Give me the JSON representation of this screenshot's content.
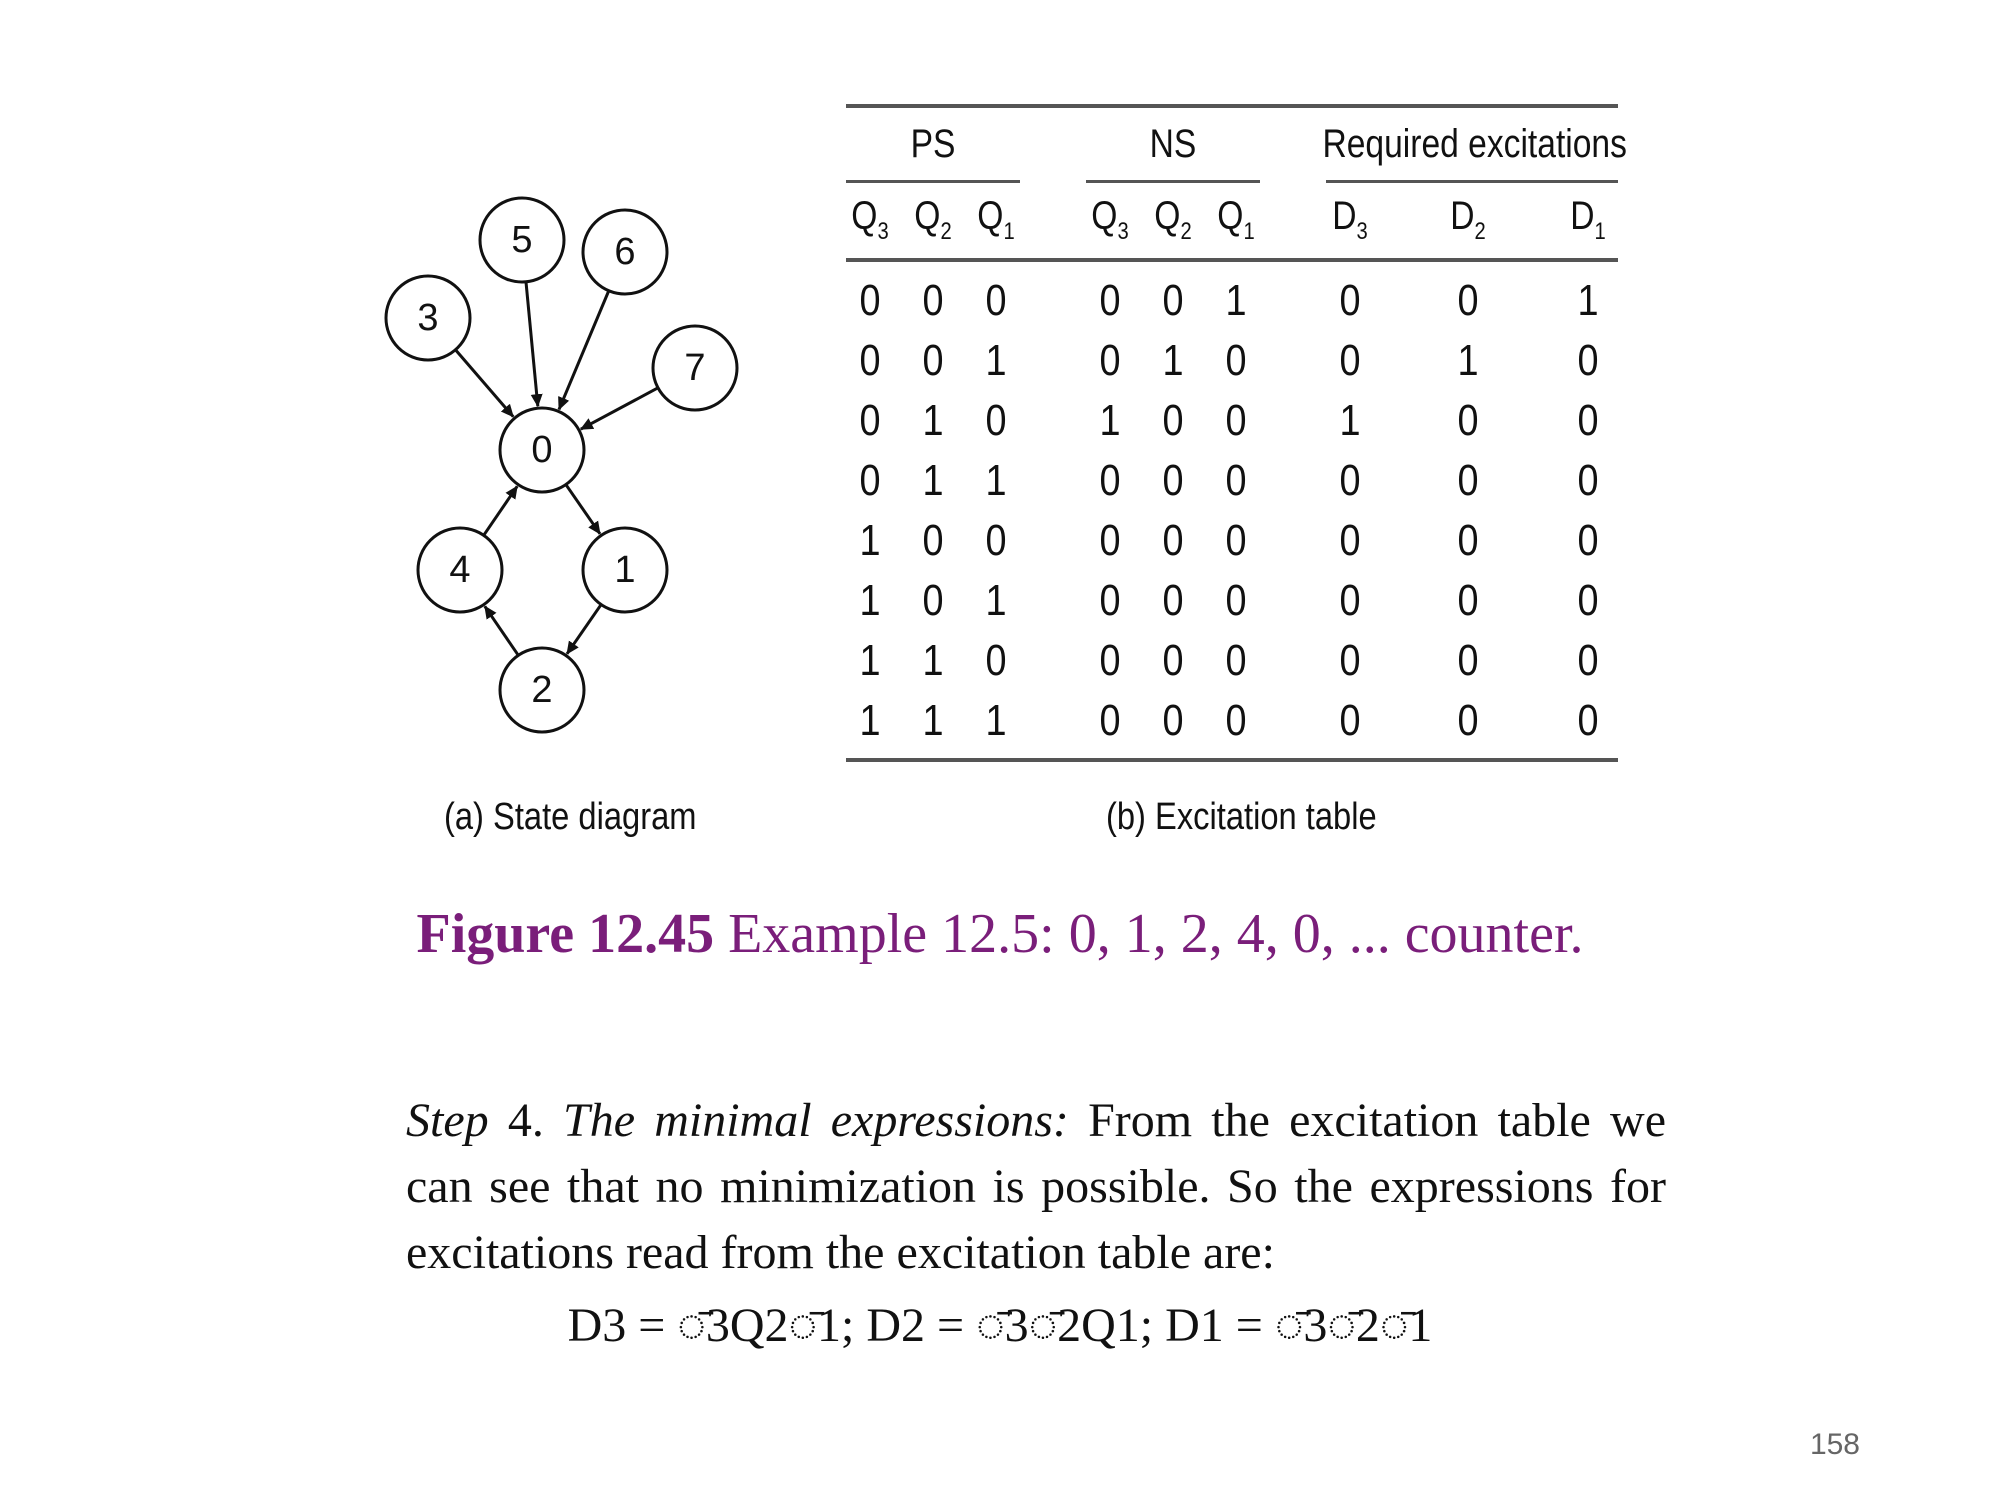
{
  "state_diagram": {
    "caption": "(a) State diagram",
    "nodes": [
      "0",
      "1",
      "2",
      "3",
      "4",
      "5",
      "6",
      "7"
    ]
  },
  "table": {
    "caption": "(b) Excitation table",
    "groups": [
      "PS",
      "NS",
      "Required excitations"
    ],
    "columns": [
      {
        "base": "Q",
        "sub": "3"
      },
      {
        "base": "Q",
        "sub": "2"
      },
      {
        "base": "Q",
        "sub": "1"
      },
      {
        "base": "Q",
        "sub": "3"
      },
      {
        "base": "Q",
        "sub": "2"
      },
      {
        "base": "Q",
        "sub": "1"
      },
      {
        "base": "D",
        "sub": "3"
      },
      {
        "base": "D",
        "sub": "2"
      },
      {
        "base": "D",
        "sub": "1"
      }
    ],
    "rows": [
      [
        "0",
        "0",
        "0",
        "0",
        "0",
        "1",
        "0",
        "0",
        "1"
      ],
      [
        "0",
        "0",
        "1",
        "0",
        "1",
        "0",
        "0",
        "1",
        "0"
      ],
      [
        "0",
        "1",
        "0",
        "1",
        "0",
        "0",
        "1",
        "0",
        "0"
      ],
      [
        "0",
        "1",
        "1",
        "0",
        "0",
        "0",
        "0",
        "0",
        "0"
      ],
      [
        "1",
        "0",
        "0",
        "0",
        "0",
        "0",
        "0",
        "0",
        "0"
      ],
      [
        "1",
        "0",
        "1",
        "0",
        "0",
        "0",
        "0",
        "0",
        "0"
      ],
      [
        "1",
        "1",
        "0",
        "0",
        "0",
        "0",
        "0",
        "0",
        "0"
      ],
      [
        "1",
        "1",
        "1",
        "0",
        "0",
        "0",
        "0",
        "0",
        "0"
      ]
    ]
  },
  "figure_caption": {
    "label": "Figure 12.45",
    "text": " Example 12.5: 0, 1, 2, 4, 0, ... counter."
  },
  "step_text": {
    "step_label": "Step",
    "step_number": " 4. ",
    "step_title": "The minimal expressions:",
    "body": " From the excitation table we can see that no minimization is possible. So the expressions for excitations read from the excitation table are:"
  },
  "equation": "D3 = ◌̄3Q2◌̄1; D2 = ◌̄3◌̄2Q1; D1 = ◌̄3◌̄2◌̄1",
  "page_number": "158"
}
